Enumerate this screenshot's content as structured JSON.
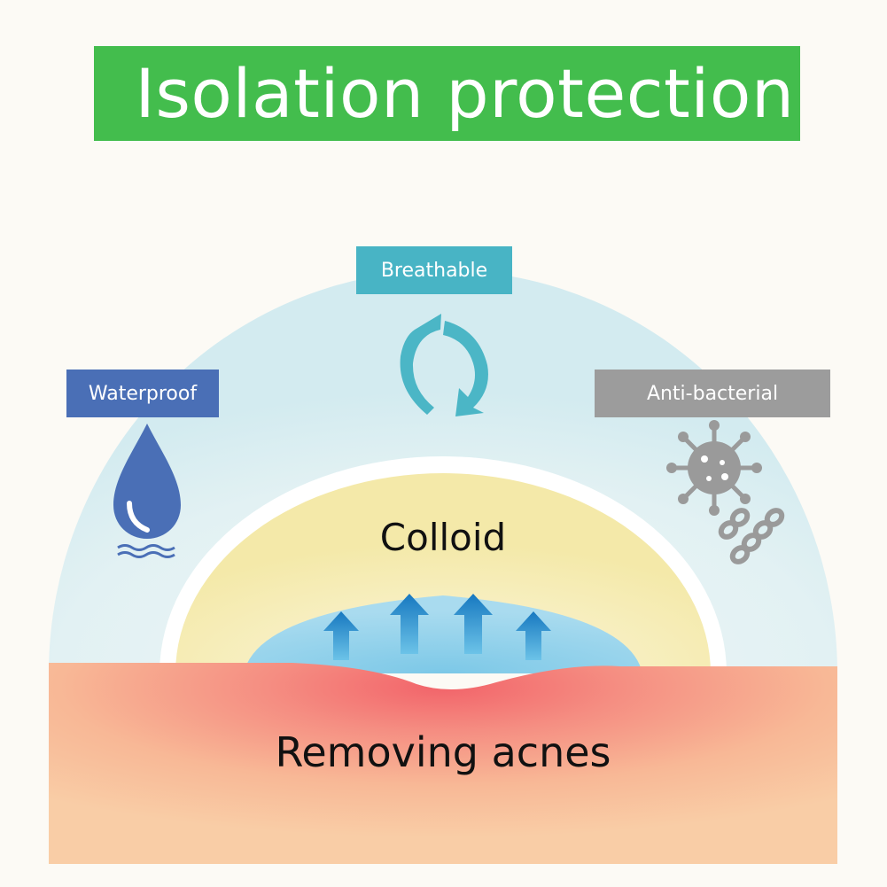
{
  "title": "Isolation protection",
  "labels": {
    "breathable": "Breathable",
    "waterproof": "Waterproof",
    "anti_bacterial": "Anti-bacterial"
  },
  "layers": {
    "colloid": "Colloid",
    "skin": "Removing acnes"
  },
  "icons": [
    "refresh-cycle-icon",
    "water-drop-icon",
    "virus-icon",
    "bacteria-chain-icon",
    "up-arrow-icon"
  ],
  "colors": {
    "banner": "#43bd4d",
    "breathable": "#48b4c5",
    "waterproof": "#4a6fb6",
    "anti_bacterial": "#9c9c9c",
    "dome": "#d9eef1",
    "colloid": "#f6edb8",
    "skin": "#f8c9a3",
    "arrows": "#1a7fc1"
  }
}
